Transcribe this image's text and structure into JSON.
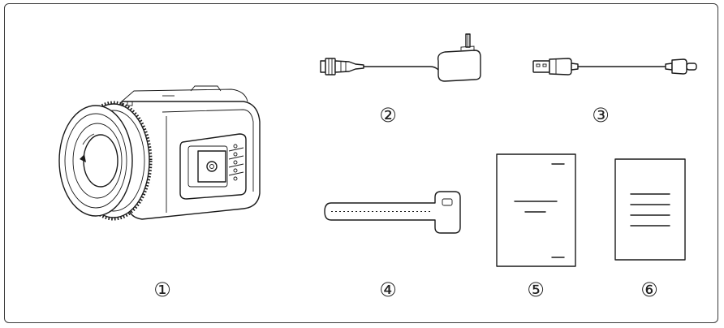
{
  "items": [
    {
      "number": "①"
    },
    {
      "number": "②"
    },
    {
      "number": "③"
    },
    {
      "number": "④"
    },
    {
      "number": "⑤"
    },
    {
      "number": "⑥"
    }
  ],
  "icons": [
    "camera-icon",
    "power-adapter-icon",
    "usb-cable-icon",
    "cable-tie-icon",
    "document-icon",
    "document-icon"
  ],
  "colors": {
    "line": "#1a1a1a",
    "border": "#3a3a3a",
    "background": "#ffffff"
  }
}
